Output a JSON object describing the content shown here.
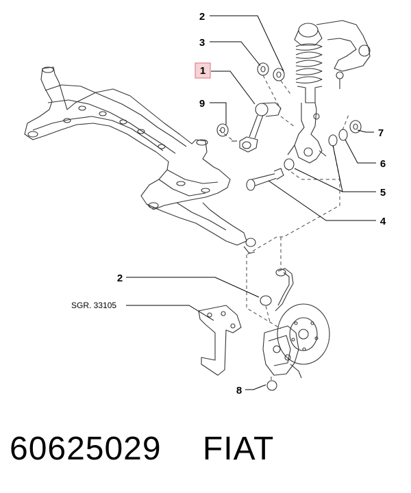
{
  "callouts": {
    "c1": "1",
    "c2_top": "2",
    "c2_mid": "2",
    "c3": "3",
    "c4": "4",
    "c5": "5",
    "c6": "6",
    "c7": "7",
    "c8": "8",
    "c9": "9",
    "sgr": "SGR. 33105"
  },
  "footer": {
    "part_number": "60625029",
    "brand": "FIAT"
  },
  "colors": {
    "highlight_fill": "#f6d3d6",
    "highlight_border": "#d9707a"
  }
}
